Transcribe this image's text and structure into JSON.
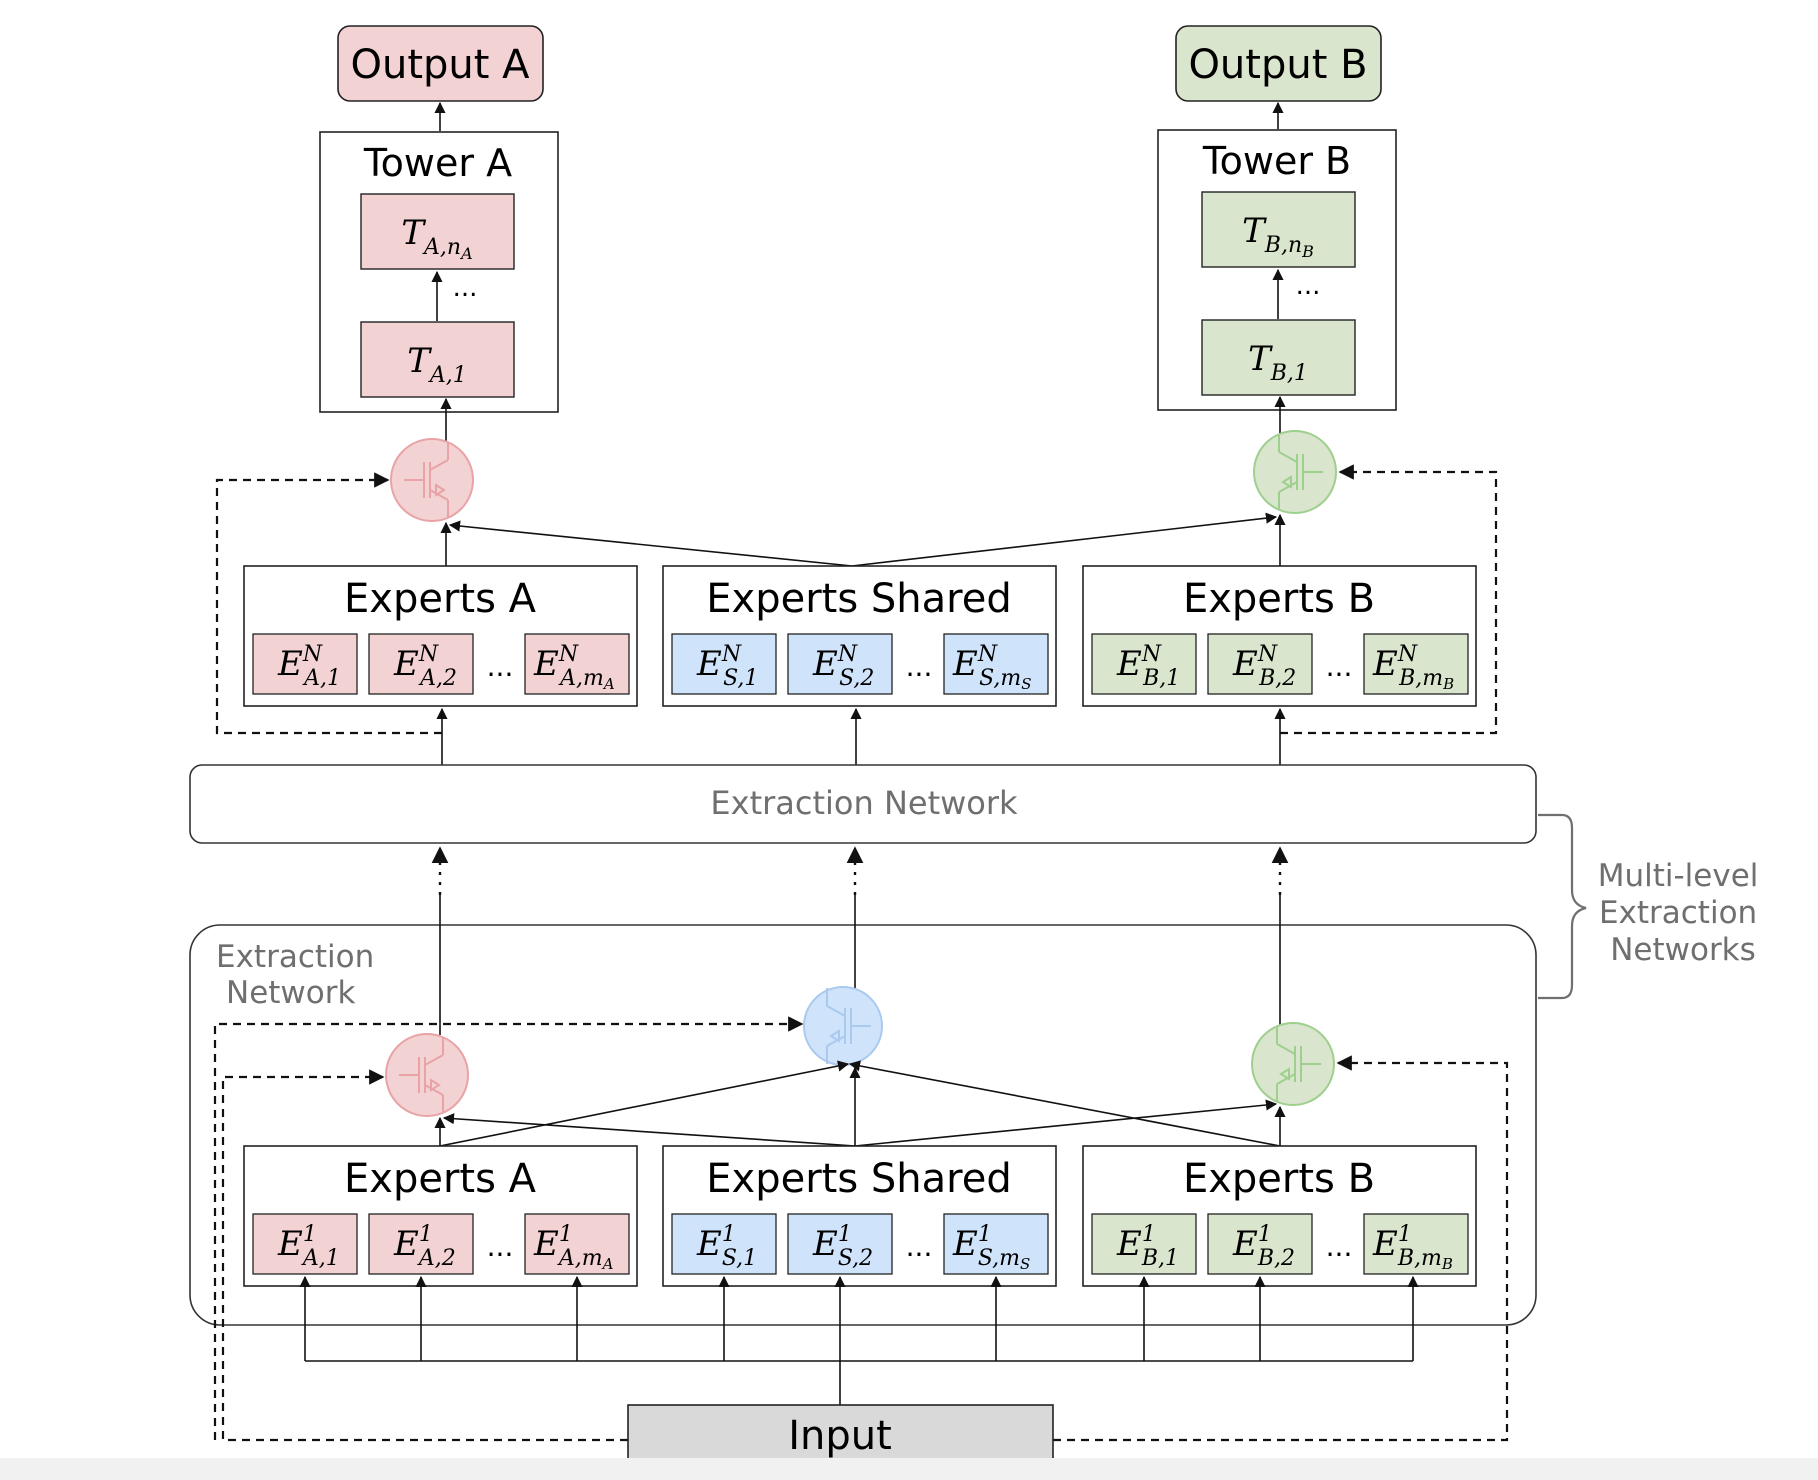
{
  "outputs": {
    "a": "Output A",
    "b": "Output B"
  },
  "towers": {
    "a": {
      "title": "Tower A",
      "top": {
        "base": "T",
        "sub": "A,n",
        "subsub": "A"
      },
      "bottom": {
        "base": "T",
        "sub": "A,1"
      },
      "dots": "..."
    },
    "b": {
      "title": "Tower B",
      "top": {
        "base": "T",
        "sub": "B,n",
        "subsub": "B"
      },
      "bottom": {
        "base": "T",
        "sub": "B,1"
      },
      "dots": "..."
    }
  },
  "experts_level_n": {
    "a": {
      "title": "Experts A",
      "items": [
        {
          "sup": "N",
          "sub": "A,1"
        },
        {
          "sup": "N",
          "sub": "A,2"
        },
        {
          "sup": "N",
          "sub": "A,m",
          "subsub": "A"
        }
      ],
      "dots": "..."
    },
    "shared": {
      "title": "Experts Shared",
      "items": [
        {
          "sup": "N",
          "sub": "S,1"
        },
        {
          "sup": "N",
          "sub": "S,2"
        },
        {
          "sup": "N",
          "sub": "S,m",
          "subsub": "S"
        }
      ],
      "dots": "..."
    },
    "b": {
      "title": "Experts B",
      "items": [
        {
          "sup": "N",
          "sub": "B,1"
        },
        {
          "sup": "N",
          "sub": "B,2"
        },
        {
          "sup": "N",
          "sub": "B,m",
          "subsub": "B"
        }
      ],
      "dots": "..."
    }
  },
  "experts_level_1": {
    "a": {
      "title": "Experts A",
      "items": [
        {
          "sup": "1",
          "sub": "A,1"
        },
        {
          "sup": "1",
          "sub": "A,2"
        },
        {
          "sup": "1",
          "sub": "A,m",
          "subsub": "A"
        }
      ],
      "dots": "..."
    },
    "shared": {
      "title": "Experts Shared",
      "items": [
        {
          "sup": "1",
          "sub": "S,1"
        },
        {
          "sup": "1",
          "sub": "S,2"
        },
        {
          "sup": "1",
          "sub": "S,m",
          "subsub": "S"
        }
      ],
      "dots": "..."
    },
    "b": {
      "title": "Experts B",
      "items": [
        {
          "sup": "1",
          "sub": "B,1"
        },
        {
          "sup": "1",
          "sub": "B,2"
        },
        {
          "sup": "1",
          "sub": "B,m",
          "subsub": "B"
        }
      ],
      "dots": "..."
    }
  },
  "extraction_network_top": "Extraction Network",
  "extraction_network_inner": {
    "line1": "Extraction",
    "line2": "Network"
  },
  "multi_level": {
    "line1": "Multi-level",
    "line2": "Extraction",
    "line3": "Networks"
  },
  "input": "Input",
  "expert_symbol": "E",
  "colors": {
    "task_a_fill": "#f3d2d3",
    "task_a_gate": "#e9a3a6",
    "shared_fill": "#cfe3fb",
    "shared_gate": "#a9c9ef",
    "task_b_fill": "#d9e5cd",
    "task_b_gate": "#9fcf8f",
    "input_fill": "#d9d9d9",
    "muted_text": "#6f6f6f"
  }
}
